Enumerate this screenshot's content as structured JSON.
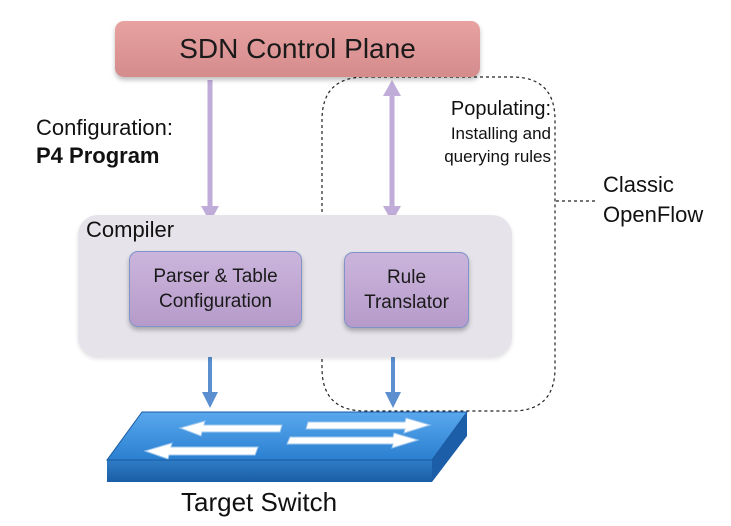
{
  "control_plane": {
    "label": "SDN Control Plane"
  },
  "configuration": {
    "line1": "Configuration:",
    "line2": "P4 Program"
  },
  "populating": {
    "title": "Populating:",
    "line1": "Installing and",
    "line2": "querying rules"
  },
  "classic": {
    "line1": "Classic",
    "line2": "OpenFlow"
  },
  "compiler": {
    "label": "Compiler"
  },
  "parser_box": {
    "line1": "Parser & Table",
    "line2": "Configuration"
  },
  "rule_box": {
    "line1": "Rule",
    "line2": "Translator"
  },
  "target": {
    "label": "Target Switch"
  },
  "colors": {
    "control_plane": "#d98f8f",
    "compiler_bg": "#e6e4ea",
    "box_fill": "#c1a9d4",
    "box_border": "#7f93c9",
    "arrow_purple": "#c0acd8",
    "arrow_blue": "#5b8fd0",
    "switch_top": "#3a90dc",
    "switch_side": "#1c5fa8"
  }
}
